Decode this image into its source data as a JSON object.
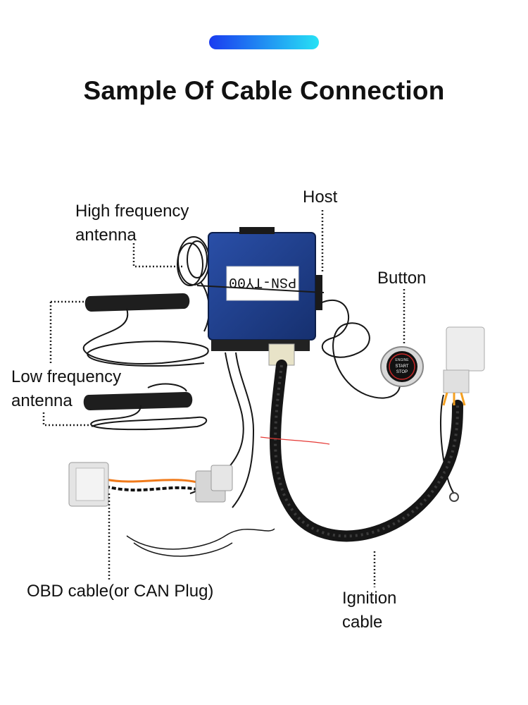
{
  "title": "Sample Of Cable Connection",
  "colors": {
    "accent_gradient_start": "#1a3bf0",
    "accent_gradient_end": "#27e2f5",
    "host_box": "#1d3e8e",
    "cable": "#161616",
    "leader_line": "#222222"
  },
  "host": {
    "label": "Host",
    "model_label": "PSN-TY00"
  },
  "button": {
    "label": "Button",
    "face_lines": [
      "ENGINE",
      "START",
      "STOP"
    ]
  },
  "high_frequency_antenna": {
    "label_lines": [
      "High frequency",
      "antenna"
    ]
  },
  "low_frequency_antenna": {
    "label_lines": [
      "Low frequency",
      "antenna"
    ]
  },
  "obd_cable": {
    "label": "OBD cable(or CAN Plug)"
  },
  "ignition_cable": {
    "label_lines": [
      "Ignition",
      "cable"
    ]
  }
}
